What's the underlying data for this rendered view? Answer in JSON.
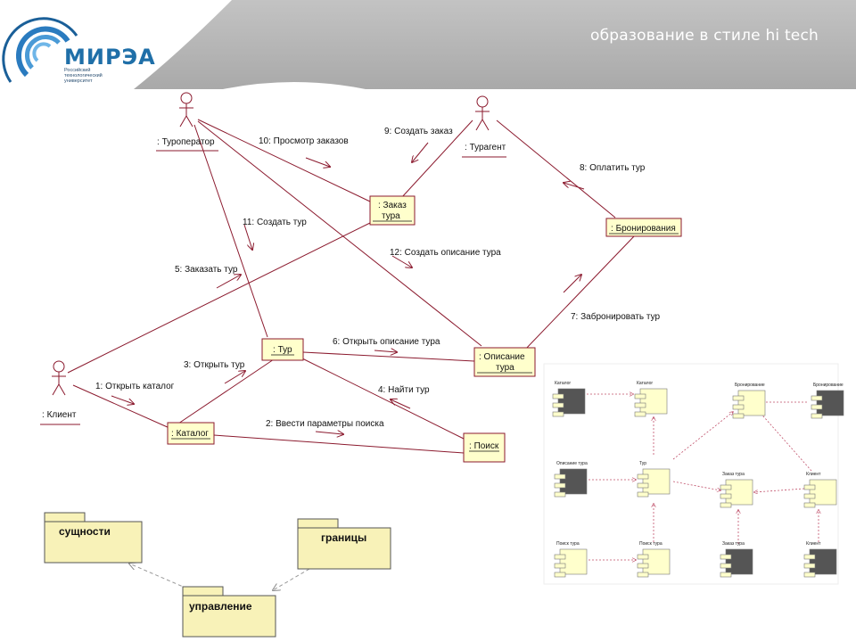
{
  "header": {
    "tagline": "образование в стиле hi tech",
    "logo_text": "МИРЭА",
    "logo_sub_1": "Российский",
    "logo_sub_2": "технологический",
    "logo_sub_3": "университет"
  },
  "colors": {
    "box_fill": "#ffffcc",
    "line": "#8b1a2e",
    "package_fill": "#f8f2b8",
    "comp_dark": "#555555"
  },
  "collab": {
    "actors": [
      "Туроператор",
      "Турагент",
      "Клиент"
    ],
    "objects": [
      "Заказ тура",
      "Бронирования",
      "Тур",
      "Описание тура",
      "Каталог",
      "Поиск"
    ],
    "messages": [
      "1: Открыть каталог",
      "2: Ввести параметры поиска",
      "3: Открыть тур",
      "4: Найти тур",
      "5: Заказать тур",
      "6: Открыть описание тура",
      "7: Забронировать тур",
      "8: Оплатить тур",
      "9: Создать заказ",
      "10: Просмотр заказов",
      "11: Создать тур",
      "12: Создать описание тура"
    ]
  },
  "packages": [
    "сущности",
    "границы",
    "управление"
  ],
  "components": [
    "Каталог",
    "Каталог",
    "Бронирование",
    "Бронирование",
    "Описание тура",
    "Тур",
    "Заказ тура",
    "Клиент",
    "Поиск тура",
    "Поиск тура",
    "Заказ тура",
    "Клиент"
  ]
}
